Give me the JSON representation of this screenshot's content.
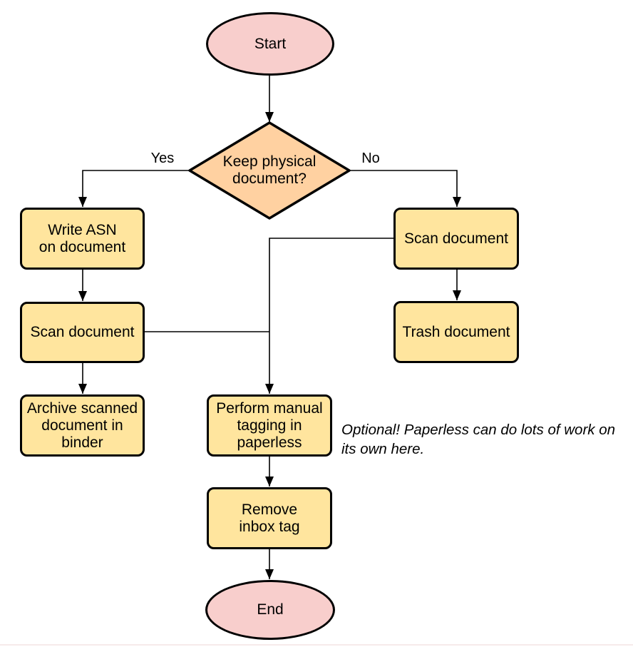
{
  "diagram": {
    "background": "#ffffff",
    "colors": {
      "terminal_fill": "#F8CECC",
      "decision_fill": "#FFD1A1",
      "process_fill": "#FFE59E",
      "stroke": "#000000"
    },
    "nodes": {
      "start": {
        "label": "Start"
      },
      "decision": {
        "label": "Keep physical\ndocument?"
      },
      "write_asn": {
        "label": "Write ASN\non document"
      },
      "scan_left": {
        "label": "Scan document"
      },
      "archive": {
        "label": "Archive scanned\ndocument in\nbinder"
      },
      "scan_right": {
        "label": "Scan document"
      },
      "trash": {
        "label": "Trash document"
      },
      "perform_tagging": {
        "label": "Perform manual\ntagging in\npaperless"
      },
      "remove_inbox": {
        "label": "Remove\ninbox tag"
      },
      "end": {
        "label": "End"
      }
    },
    "edge_labels": {
      "yes": "Yes",
      "no": "No"
    },
    "annotation": "Optional! Paperless can do lots of work on its own here."
  }
}
